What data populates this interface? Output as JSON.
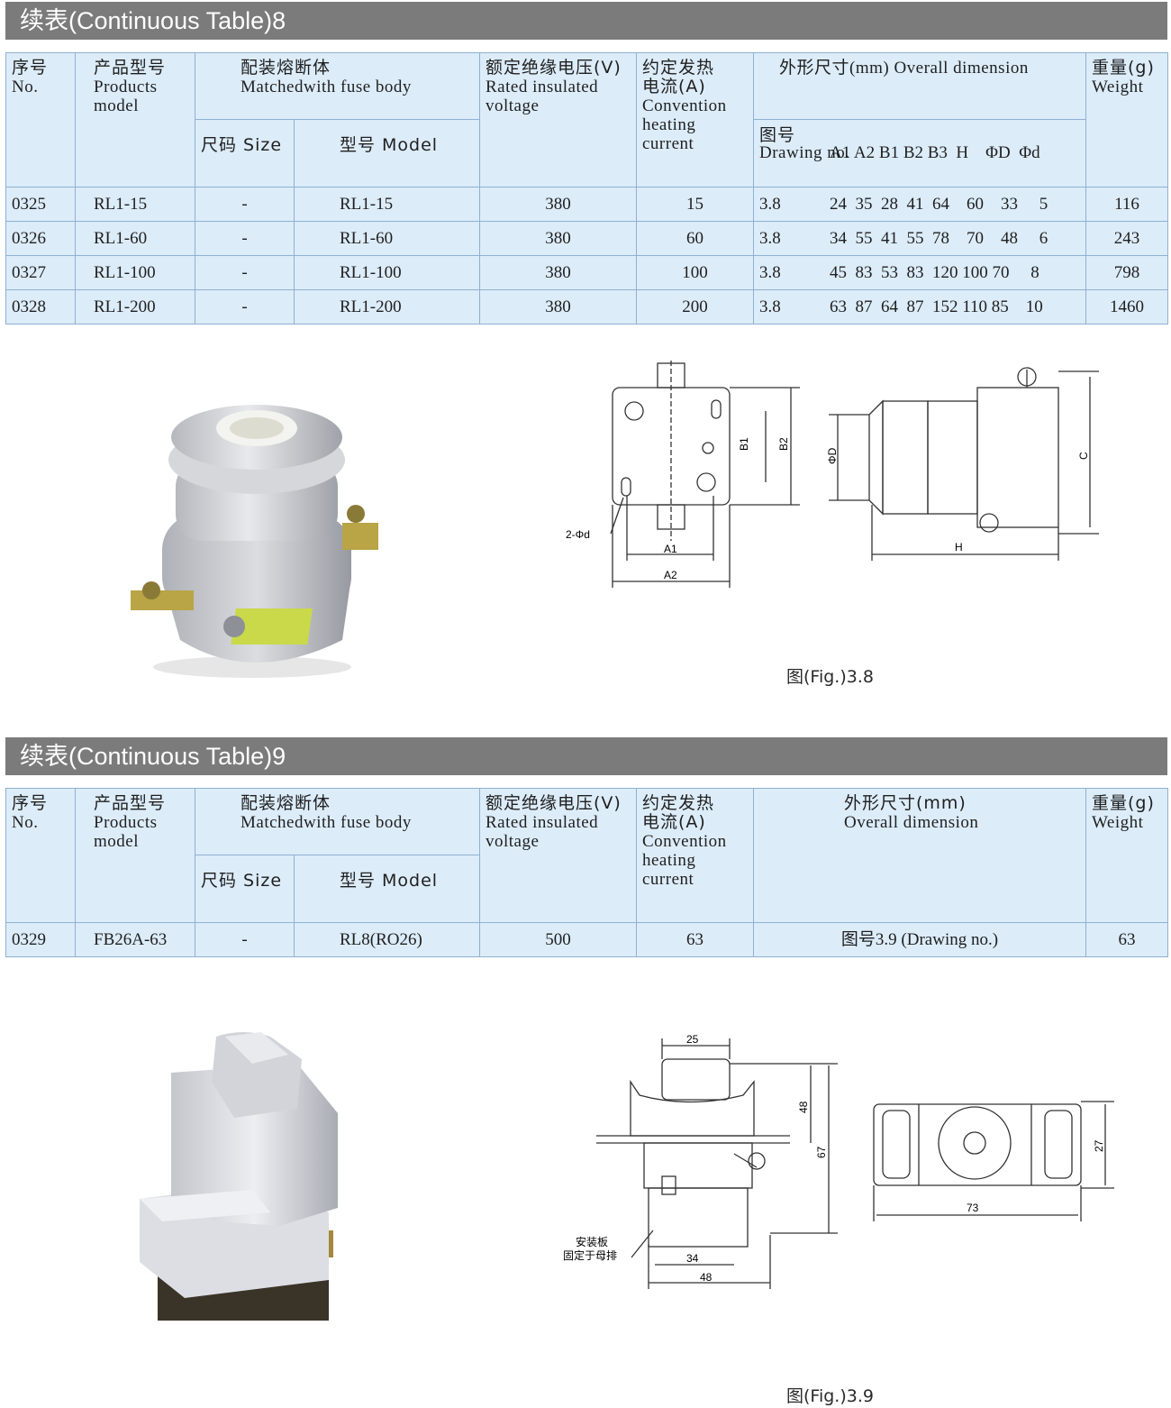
{
  "section1": {
    "title": "续表(Continuous Table)8",
    "headers": {
      "no_cn": "序号",
      "no_en": "No.",
      "model_cn": "产品型号",
      "model_en": "Products model",
      "fuse_cn": "配装熔断体",
      "fuse_en": "Matchedwith fuse body",
      "size": "尺码 Size",
      "fmodel": "型号 Model",
      "voltage_cn": "额定绝缘电压(V)",
      "voltage_en": "Rated insulated voltage",
      "current_cn": "约定发热电流(A)",
      "current_en": "Convention heating current",
      "dim_title": "外形尺寸(mm) Overall dimension",
      "drawing_cn": "图号",
      "drawing_en": "Drawing no.",
      "dim_heads": "A1 A2 B1 B2 B3  H    ΦD  Φd",
      "weight_cn": "重量(g)",
      "weight_en": "Weight"
    },
    "rows": [
      {
        "no": "0325",
        "model": "RL1-15",
        "size": "-",
        "fmodel": "RL1-15",
        "voltage": "380",
        "current": "15",
        "drawing": "3.8",
        "dims": "24  35  28  41  64    60    33     5",
        "weight": "116"
      },
      {
        "no": "0326",
        "model": "RL1-60",
        "size": "-",
        "fmodel": "RL1-60",
        "voltage": "380",
        "current": "60",
        "drawing": "3.8",
        "dims": "34  55  41  55  78    70    48     6",
        "weight": "243"
      },
      {
        "no": "0327",
        "model": "RL1-100",
        "size": "-",
        "fmodel": "RL1-100",
        "voltage": "380",
        "current": "100",
        "drawing": "3.8",
        "dims": "45  83  53  83  120 100 70     8",
        "weight": "798"
      },
      {
        "no": "0328",
        "model": "RL1-200",
        "size": "-",
        "fmodel": "RL1-200",
        "voltage": "380",
        "current": "200",
        "drawing": "3.8",
        "dims": "63  87  64  87  152 110 85    10",
        "weight": "1460"
      }
    ],
    "figure": {
      "caption": "图(Fig.)3.8",
      "labels": {
        "b1": "B1",
        "b2": "B2",
        "phid": "ΦD",
        "c": "C",
        "h": "H",
        "a1": "A1",
        "a2": "A2",
        "holes": "2-Φd"
      }
    }
  },
  "section2": {
    "title": "续表(Continuous Table)9",
    "headers": {
      "no_cn": "序号",
      "no_en": "No.",
      "model_cn": "产品型号",
      "model_en": "Products model",
      "fuse_cn": "配装熔断体",
      "fuse_en": "Matchedwith fuse body",
      "size": "尺码 Size",
      "fmodel": "型号 Model",
      "voltage_cn": "额定绝缘电压(V)",
      "voltage_en": "Rated insulated voltage",
      "current_cn": "约定发热电流(A)",
      "current_en": "Convention heating current",
      "dim_cn": "外形尺寸(mm)",
      "dim_en": "Overall dimension",
      "weight_cn": "重量(g)",
      "weight_en": "Weight"
    },
    "rows": [
      {
        "no": "0329",
        "model": "FB26A-63",
        "size": "-",
        "fmodel": "RL8(RO26)",
        "voltage": "500",
        "current": "63",
        "dims": "图号3.9 (Drawing no.)",
        "weight": "63"
      }
    ],
    "figure": {
      "caption": "图(Fig.)3.9",
      "labels": {
        "d25": "25",
        "d48v": "48",
        "d67": "67",
        "d34": "34",
        "d48h": "48",
        "d73": "73",
        "d27": "27",
        "note1": "安装板",
        "note2": "固定于母排"
      }
    }
  },
  "colors": {
    "bar": "#7b7b7b",
    "table_bg": "#dcecf9",
    "grid": "#8fb1d3"
  }
}
